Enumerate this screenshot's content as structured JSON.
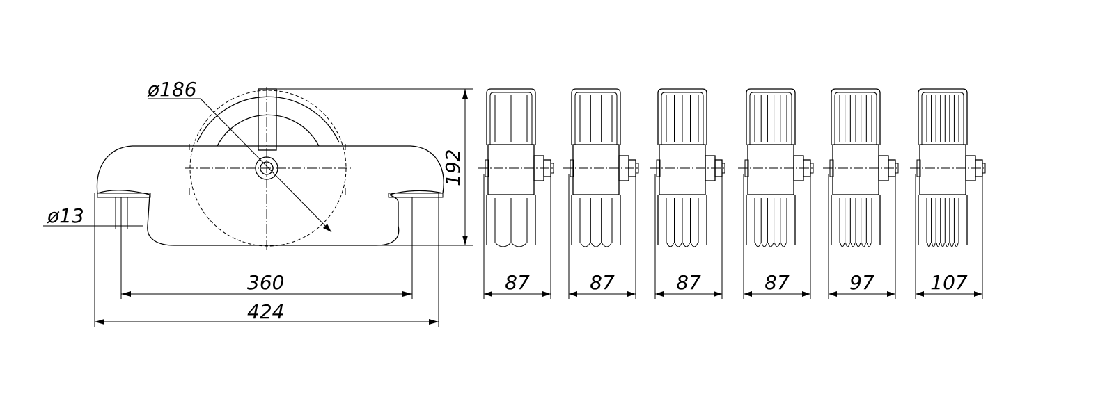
{
  "main_view": {
    "dim_wheel_diameter": "ø186",
    "dim_hole_diameter": "ø13",
    "dim_height": "192",
    "dim_hole_spacing": "360",
    "dim_overall_length": "424"
  },
  "side_views": [
    {
      "width_label": "87",
      "grooves": 1
    },
    {
      "width_label": "87",
      "grooves": 2
    },
    {
      "width_label": "87",
      "grooves": 3
    },
    {
      "width_label": "87",
      "grooves": 4
    },
    {
      "width_label": "97",
      "grooves": 5
    },
    {
      "width_label": "107",
      "grooves": 6
    }
  ]
}
